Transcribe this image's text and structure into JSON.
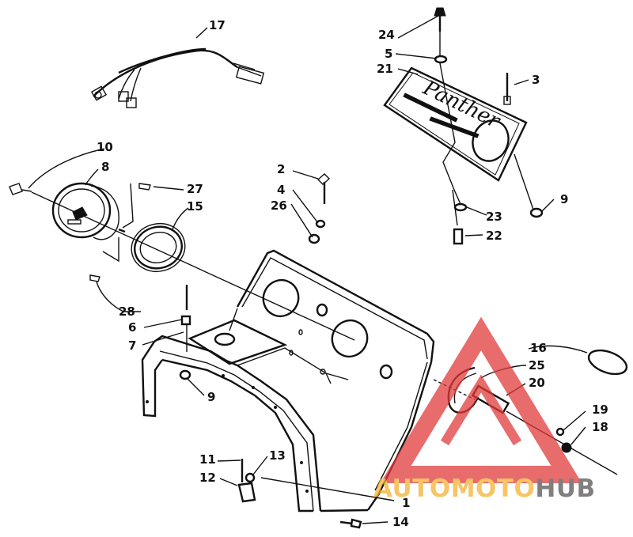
{
  "diagram": {
    "callouts": [
      {
        "id": "1",
        "label": "1"
      },
      {
        "id": "2",
        "label": "2"
      },
      {
        "id": "3",
        "label": "3"
      },
      {
        "id": "4",
        "label": "4"
      },
      {
        "id": "5",
        "label": "5"
      },
      {
        "id": "6",
        "label": "6"
      },
      {
        "id": "7",
        "label": "7"
      },
      {
        "id": "8",
        "label": "8"
      },
      {
        "id": "9a",
        "label": "9"
      },
      {
        "id": "9b",
        "label": "9"
      },
      {
        "id": "10",
        "label": "10"
      },
      {
        "id": "11",
        "label": "11"
      },
      {
        "id": "12",
        "label": "12"
      },
      {
        "id": "13",
        "label": "13"
      },
      {
        "id": "14",
        "label": "14"
      },
      {
        "id": "15",
        "label": "15"
      },
      {
        "id": "16",
        "label": "16"
      },
      {
        "id": "17",
        "label": "17"
      },
      {
        "id": "18",
        "label": "18"
      },
      {
        "id": "19",
        "label": "19"
      },
      {
        "id": "20",
        "label": "20"
      },
      {
        "id": "21",
        "label": "21"
      },
      {
        "id": "22",
        "label": "22"
      },
      {
        "id": "23",
        "label": "23"
      },
      {
        "id": "24",
        "label": "24"
      },
      {
        "id": "25",
        "label": "25"
      },
      {
        "id": "26",
        "label": "26"
      },
      {
        "id": "27",
        "label": "27"
      },
      {
        "id": "28",
        "label": "28"
      }
    ],
    "plate_script": "Panther"
  },
  "watermark": {
    "part1": "AUTOMOTO",
    "part2": "HUB",
    "colors": {
      "triangle": "#e23b3b",
      "auto": "#f2b233",
      "moto": "#e23b3b",
      "hub": "#555555"
    }
  }
}
